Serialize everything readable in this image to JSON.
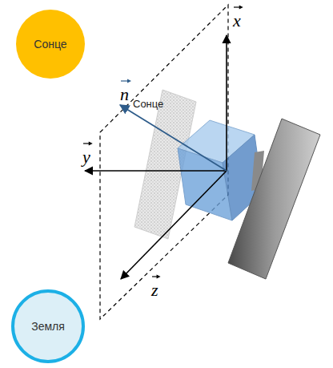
{
  "diagram": {
    "nodes": [
      {
        "text": [
          "Сонце"
        ]
      },
      {
        "text": [
          "Земля"
        ]
      }
    ],
    "labels": [
      "x",
      "y",
      "z",
      "n",
      "Сонце"
    ]
  }
}
